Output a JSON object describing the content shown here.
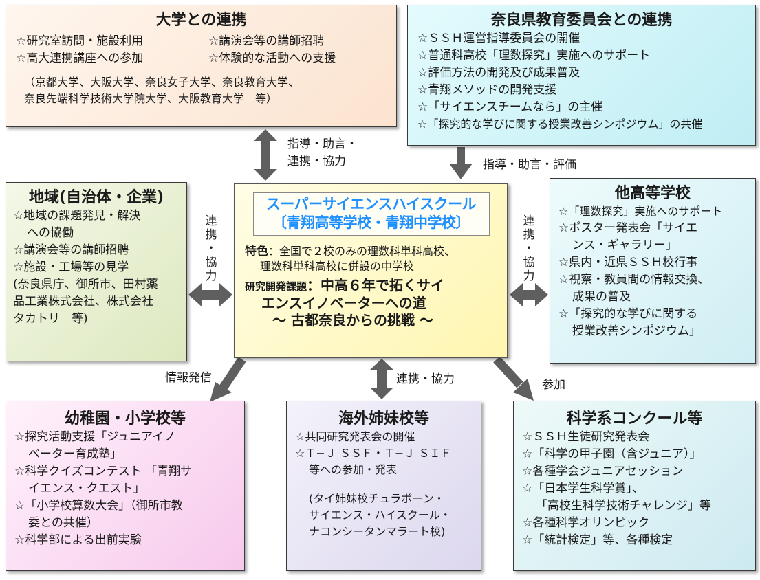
{
  "universities": {
    "title": "大学との連携",
    "items": [
      "☆研究室訪問・施設利用",
      "☆講演会等の講師招聘",
      "☆高大連携講座への参加",
      "☆体験的な活動への支援"
    ],
    "note": [
      "（京都大学、大阪大学、奈良女子大学、奈良教育大学、",
      "奈良先端科学技術大学院大学、大阪教育大学　等）"
    ]
  },
  "nara_board": {
    "title": "奈良県教育委員会との連携",
    "items": [
      "☆ＳＳＨ運営指導委員会の開催",
      "☆普通科高校「理数探究」実施へのサポート",
      "☆評価方法の開発及び成果普及",
      "☆青翔メソッドの開発支援",
      "☆「サイエンスチームなら」の主催",
      "☆「探究的な学びに関する授業改善シンポジウム」の共催"
    ]
  },
  "region": {
    "title": "地域(自治体・企業)",
    "lines": [
      "☆地域の課題発見・解決",
      "への協働",
      "☆講演会等の講師招聘",
      "☆施設・工場等の見学",
      "(奈良県庁、御所市、田村薬",
      "品工業株式会社、株式会社",
      "タカトリ　等)"
    ]
  },
  "center": {
    "title_line1": "スーパーサイエンスハイスクール",
    "title_line2": "〔青翔高等学校・青翔中学校〕",
    "feature_label": "特色",
    "feature_text": "：全国で２校のみの理数科単科高校、",
    "feature_text2": "理数科単科高校に併設の中学校",
    "theme_label": "研究開発課題",
    "theme_text1": "：中高６年で拓くサイ",
    "theme_text2": "エンスイノベーターへの道",
    "theme_text3": "～ 古都奈良からの挑戦 ～"
  },
  "other_schools": {
    "title": "他高等学校",
    "lines": [
      "☆「理数探究」実施へのサポート",
      "☆ポスター発表会「サイエ",
      "ンス・ギャラリー」",
      "☆県内・近県ＳＳＨ校行事",
      "☆視察・教員間の情報交換、",
      "成果の普及",
      "☆「探究的な学びに関する",
      "授業改善シンポジウム」"
    ]
  },
  "kindergarten": {
    "title": "幼稚園・小学校等",
    "lines": [
      "☆探究活動支援「ジュニアイノ",
      "ベーター育成塾」",
      "☆科学クイズコンテスト 「青翔サ",
      "イエンス・クエスト」",
      "☆「小学校算数大会」（御所市教",
      "委との共催）",
      "☆科学部による出前実験"
    ]
  },
  "sister_schools": {
    "title": "海外姉妹校等",
    "lines": [
      "☆共同研究発表会の開催",
      "☆Ｔ−Ｊ ＳＳＦ・Ｔ−Ｊ ＳＩＦ",
      "等への参加・発表",
      "",
      "(タイ姉妹校チュラボーン・",
      "サイエンス・ハイスクール・",
      "ナコンシータンマラート校)"
    ]
  },
  "contests": {
    "title": "科学系コンクール等",
    "lines": [
      "☆ＳＳＨ生徒研究発表会",
      "☆「科学の甲子園（含ジュニア）」",
      "☆各種学会ジュニアセッション",
      "☆「日本学生科学賞」、",
      "「高校生科学技術チャレンジ」等",
      "☆各種科学オリンピック",
      "☆「統計検定」等、各種検定"
    ]
  },
  "connectors": {
    "univ_label1": "指導・助言・",
    "univ_label2": "連携・協力",
    "nara_label": "指導・助言・評価",
    "region_label": [
      "連",
      "携",
      "・",
      "協",
      "力"
    ],
    "other_label": [
      "連",
      "携",
      "・",
      "協",
      "力"
    ],
    "kinder_label": "情報発信",
    "sister_label": "連携・協力",
    "contest_label": "参加"
  },
  "colors": {
    "arrow": "#5f5f5f",
    "center_title": "#1e90ff"
  }
}
